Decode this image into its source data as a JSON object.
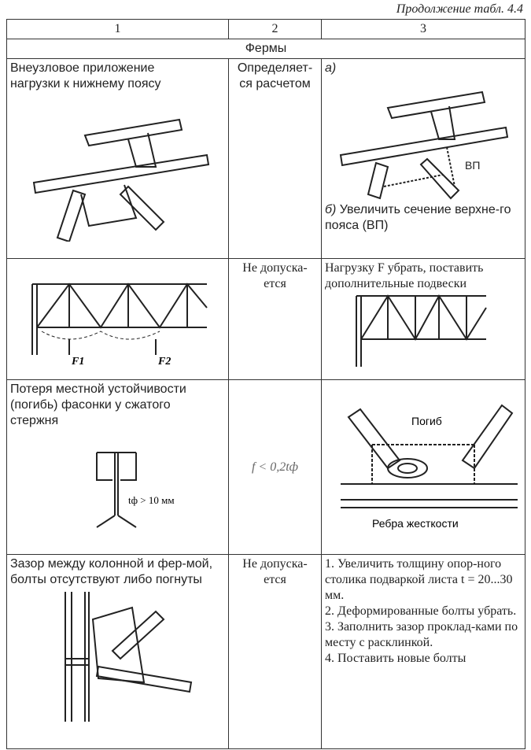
{
  "caption": "Продолжение табл. 4.4",
  "header": [
    "1",
    "2",
    "3"
  ],
  "section": "Фермы",
  "rows": [
    {
      "c1": "Внеузловое приложение нагрузки к нижнему поясу",
      "c2": "Определяет-ся расчетом",
      "c3_a": "а)",
      "c3_label": "ВП",
      "c3_b_prefix": "б)",
      "c3_b": "Увеличить сечение верхне-го пояса (ВП)"
    },
    {
      "c1_f1": "F1",
      "c1_f2": "F2",
      "c2": "Не допуска-ется",
      "c3": "Нагрузку F убрать, поставить дополнительные подвески"
    },
    {
      "c1": "Потеря местной устойчивости (погибь) фасонки у сжатого стержня",
      "c1_label": "tф > 10 мм",
      "c2": "f < 0,2tф",
      "c3_label1": "Погиб",
      "c3_label2": "Ребра жесткости"
    },
    {
      "c1": "Зазор между колонной и фер-мой, болты отсутствуют либо погнуты",
      "c2": "Не допуска-ется",
      "c3": [
        "1. Увеличить толщину опор-ного столика подваркой листа t = 20...30 мм.",
        "2. Деформированные болты убрать.",
        "3. Заполнить зазор проклад-ками по месту с расклинкой.",
        "4. Поставить новые болты"
      ]
    }
  ]
}
